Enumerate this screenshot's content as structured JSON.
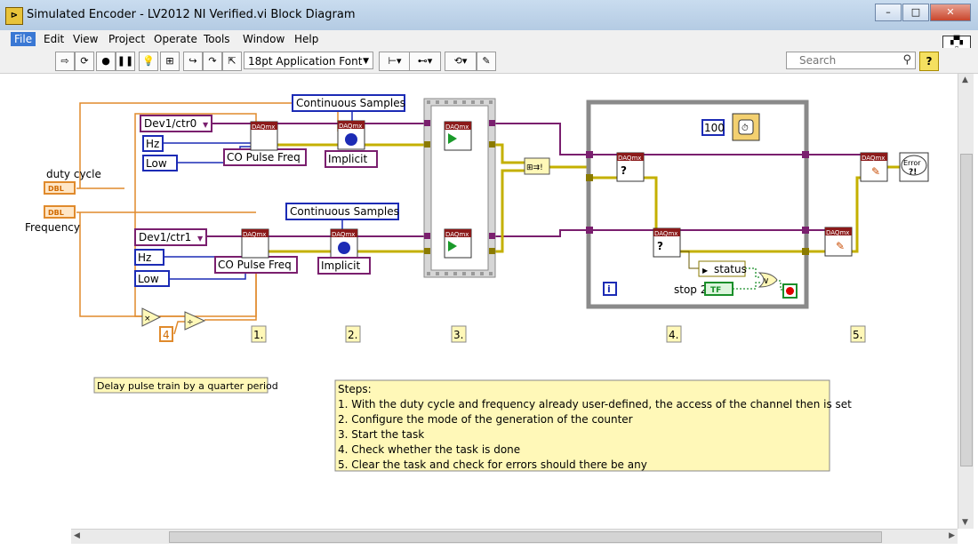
{
  "window": {
    "title": "Simulated Encoder - LV2012 NI Verified.vi Block Diagram",
    "controls": [
      "–",
      "□",
      "✕"
    ]
  },
  "menu": [
    "File",
    "Edit",
    "View",
    "Project",
    "Operate",
    "Tools",
    "Window",
    "Help"
  ],
  "toolbar": {
    "font": "18pt Application Font",
    "search_placeholder": "Search",
    "help": "?"
  },
  "diagram": {
    "controls": {
      "duty_cycle_label": "duty cycle",
      "frequency_label": "Frequency",
      "dbl": "DBL"
    },
    "channel_a": {
      "channel": "Dev1/ctr0",
      "units": "Hz",
      "idle_state": "Low",
      "mode": "CO Pulse Freq",
      "sample_mode": "Continuous Samples",
      "timing": "Implicit"
    },
    "channel_b": {
      "channel": "Dev1/ctr1",
      "units": "Hz",
      "idle_state": "Low",
      "mode": "CO Pulse Freq",
      "sample_mode": "Continuous Samples",
      "timing": "Implicit"
    },
    "daqmx": "DAQmx",
    "constant_four": "4",
    "wait_ms": "100",
    "status_label": "status",
    "stop_label": "stop 2",
    "tf": "TF",
    "or_label": "∨",
    "loop_index": "i",
    "error_label": "Error",
    "step_labels": [
      "1.",
      "2.",
      "3.",
      "4.",
      "5."
    ],
    "delay_note": "Delay pulse train by a quarter period",
    "steps_title": "Steps:",
    "steps": [
      "1. With the duty cycle and frequency already user-defined, the access of the channel then is set",
      "2. Configure the mode of the generation of the counter",
      "3. Start the task",
      "4. Check whether the task is done",
      "5. Clear the task and check for errors should there be any"
    ]
  },
  "colors": {
    "orange_wire": "#e08a2c",
    "purple_wire": "#7a1f6e",
    "blue_wire": "#1c2bb5",
    "error_wire": "#c4b000",
    "task_terminal": "#6a0c55",
    "bool_green": "#1a8f2a",
    "note_bg": "#fff8b8"
  }
}
